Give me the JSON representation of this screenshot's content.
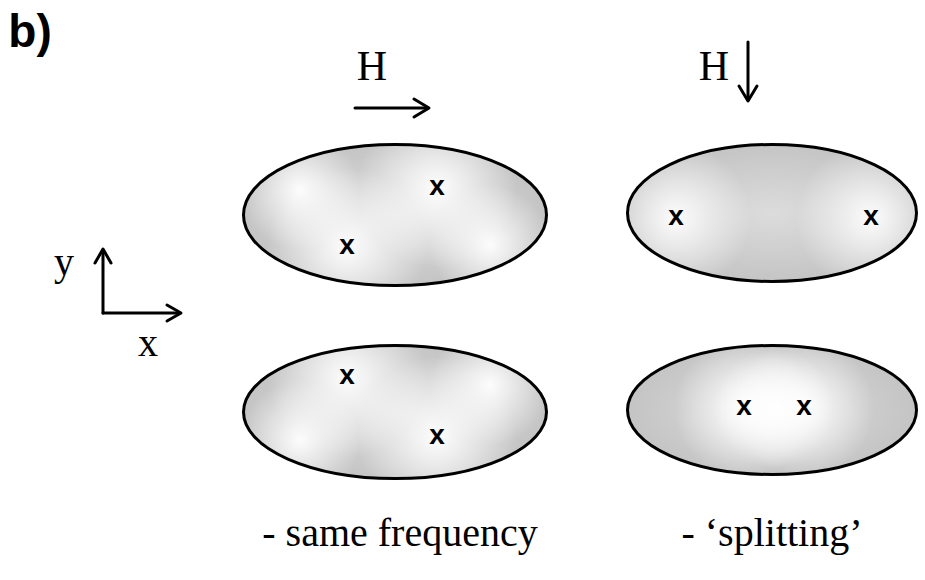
{
  "diagram": {
    "nodes": [
      {
        "text": [
          "x",
          "x"
        ]
      },
      {
        "text": [
          "x",
          "x"
        ]
      },
      {
        "text": [
          "x",
          "x"
        ]
      },
      {
        "text": [
          "x",
          "x"
        ]
      }
    ],
    "labels": [
      "b)",
      "H",
      "H",
      "y",
      "x",
      "- same frequency",
      "- ‘splitting’"
    ]
  }
}
